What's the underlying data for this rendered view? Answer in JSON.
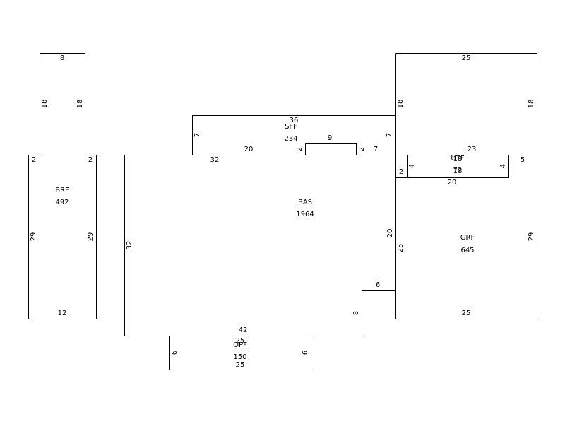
{
  "areas": {
    "brf": {
      "code": "BRF",
      "value": "492"
    },
    "bas": {
      "code": "BAS",
      "value": "1964"
    },
    "sff": {
      "code": "SFF",
      "value": "234"
    },
    "grf": {
      "code": "GRF",
      "value": "645"
    },
    "utf": {
      "code": "UTF",
      "value": "72"
    },
    "opf": {
      "code": "OPF",
      "value": "150"
    }
  },
  "dimensions": {
    "brf_top": "8",
    "brf_left_upper": "18",
    "brf_right_upper": "18",
    "brf_left_step": "2",
    "brf_right_step": "2",
    "brf_left_lower": "29",
    "brf_right_lower": "29",
    "brf_bottom": "12",
    "bas_top": "32",
    "bas_left": "32",
    "bas_bottom": "42",
    "bas_right_upper": "20",
    "bas_notch_top": "6",
    "bas_notch_side": "8",
    "sff_top": "36",
    "sff_left": "7",
    "sff_right": "7",
    "sff_bottom_left": "20",
    "sff_bump_left": "2",
    "sff_bump_top": "9",
    "sff_bump_right": "2",
    "sff_bottom_right": "7",
    "grf_top": "25",
    "grf_left_upper": "18",
    "grf_right_upper": "18",
    "grf_right_lower": "29",
    "grf_left_lower": "25",
    "grf_bottom": "25",
    "grf_step_left": "2",
    "grf_step_right": "5",
    "grf_mid": "23",
    "utf_top": "18",
    "utf_left": "4",
    "utf_right": "4",
    "utf_bottom": "20",
    "utf_inner": "18",
    "opf_top": "25",
    "opf_left": "6",
    "opf_right": "6",
    "opf_bottom": "25"
  }
}
